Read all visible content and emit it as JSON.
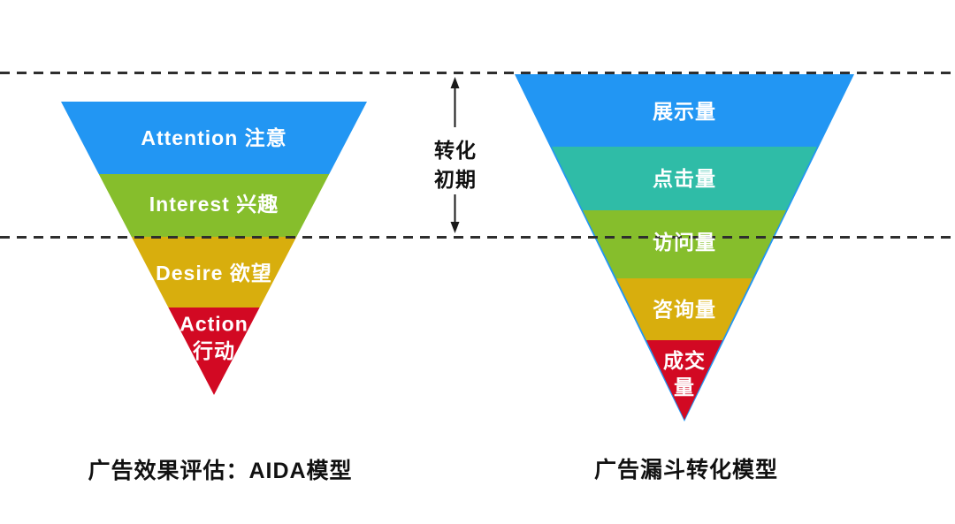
{
  "phase_annotation": {
    "line1": "转化",
    "line2": "初期"
  },
  "colors": {
    "blue": "#2296F3",
    "green": "#86BE2C",
    "teal": "#2FBCA7",
    "yellow": "#D8AE0D",
    "red": "#D20923",
    "dash": "#2e2e2e",
    "arrow": "#1a1a1a"
  },
  "left_funnel": {
    "caption": "广告效果评估：AIDA模型",
    "layers": [
      {
        "label": "Attention 注意",
        "color": "#2296F3"
      },
      {
        "label": "Interest 兴趣",
        "color": "#86BE2C"
      },
      {
        "label": "Desire 欲望",
        "color": "#D8AE0D"
      },
      {
        "label": "Action",
        "label2": "行动",
        "color": "#D20923"
      }
    ]
  },
  "right_funnel": {
    "caption": "广告漏斗转化模型",
    "layers": [
      {
        "label": "展示量",
        "color": "#2296F3"
      },
      {
        "label": "点击量",
        "color": "#2FBCA7"
      },
      {
        "label": "访问量",
        "color": "#86BE2C"
      },
      {
        "label": "咨询量",
        "color": "#D8AE0D"
      },
      {
        "label": "成交",
        "label2": "量",
        "color": "#D20923"
      }
    ]
  }
}
